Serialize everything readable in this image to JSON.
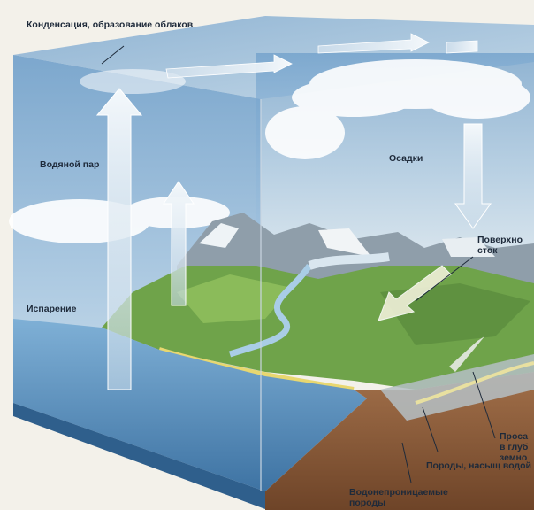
{
  "labels": {
    "condensation": "Конденсация, образование облаков",
    "water_vapor": "Водяной пар",
    "precipitation": "Осадки",
    "surface_runoff": "Поверхно сток",
    "evaporation": "Испарение",
    "infiltration": "Проса в глуб земно",
    "saturated_rocks": "Породы, насыщ водой",
    "impermeable_rocks": "Водонепроницаемые породы"
  },
  "colors": {
    "sky_top": "#7aa8cf",
    "sky_bottom": "#d9e7f2",
    "water": "#4f86b4",
    "land": "#6fa34a",
    "soil": "#8a5a3a",
    "arrow": "#e9f1f8"
  }
}
